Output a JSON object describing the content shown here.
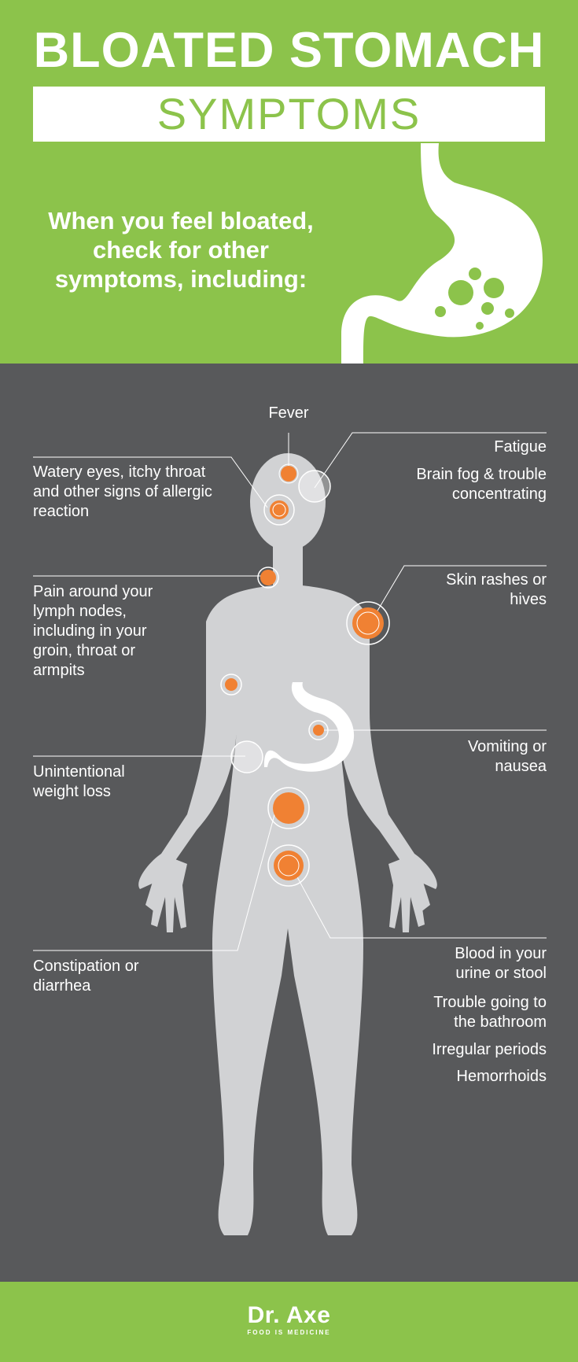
{
  "header": {
    "title": "BLOATED STOMACH",
    "subtitle": "SYMPTOMS",
    "intro": "When you feel bloated, check for other symptoms, including:"
  },
  "symptoms": {
    "fever": "Fever",
    "fatigue": "Fatigue",
    "brain_fog": "Brain fog & trouble concentrating",
    "allergic": "Watery eyes, itchy throat and other signs of allergic reaction",
    "lymph": "Pain around your lymph nodes, including in your groin, throat or armpits",
    "skin": "Skin rashes or hives",
    "vomiting": "Vomiting or nausea",
    "weight_loss": "Unintentional weight loss",
    "constipation": "Constipation or diarrhea",
    "blood": "Blood in your urine or stool",
    "bathroom": "Trouble going to the bathroom",
    "periods": "Irregular periods",
    "hemorrhoids": "Hemorrhoids"
  },
  "footer": {
    "logo": "Dr. Axe",
    "tagline": "FOOD IS MEDICINE"
  },
  "colors": {
    "green": "#8cc34b",
    "dark": "#58595b",
    "body": "#d1d2d4",
    "accent": "#f08133"
  }
}
